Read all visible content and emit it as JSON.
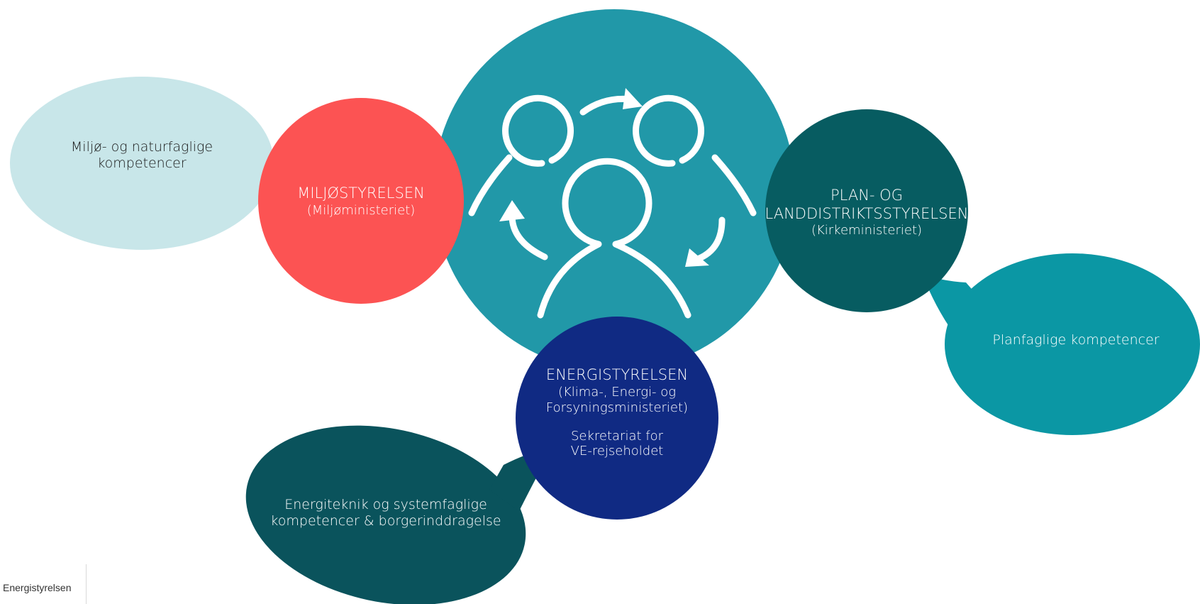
{
  "colors": {
    "central_circle": "#2198a8",
    "miljo_circle": "#fc5353",
    "plan_circle": "#075c61",
    "energi_circle": "#102a83",
    "miljo_bubble": "#c8e6e9",
    "plan_bubble": "#0b97a4",
    "energi_bubble": "#0a535c"
  },
  "icons": {
    "central": "people-collaboration-icon"
  },
  "nodes": {
    "miljo": {
      "title": "MILJØSTYRELSEN",
      "subtitle": "(Miljøministeriet)"
    },
    "plan": {
      "title_line1": "PLAN- OG",
      "title_line2": "LANDDISTRIKTSSTYRELSEN",
      "subtitle": "(Kirkeministeriet)"
    },
    "energi": {
      "title": "ENERGISTYRELSEN",
      "subtitle_line1": "(Klima-, Energi- og",
      "subtitle_line2": "Forsyningsministeriet)",
      "note_line1": "Sekretariat for",
      "note_line2": "VE-rejseholdet"
    }
  },
  "bubbles": {
    "miljo": {
      "line1": "Miljø- og naturfaglige",
      "line2": "kompetencer"
    },
    "plan": {
      "line1": "Planfaglige kompetencer"
    },
    "energi": {
      "line1": "Energiteknik og systemfaglige",
      "line2": "kompetencer & borgerinddragelse"
    }
  },
  "footer": {
    "org": "Energistyrelsen"
  }
}
